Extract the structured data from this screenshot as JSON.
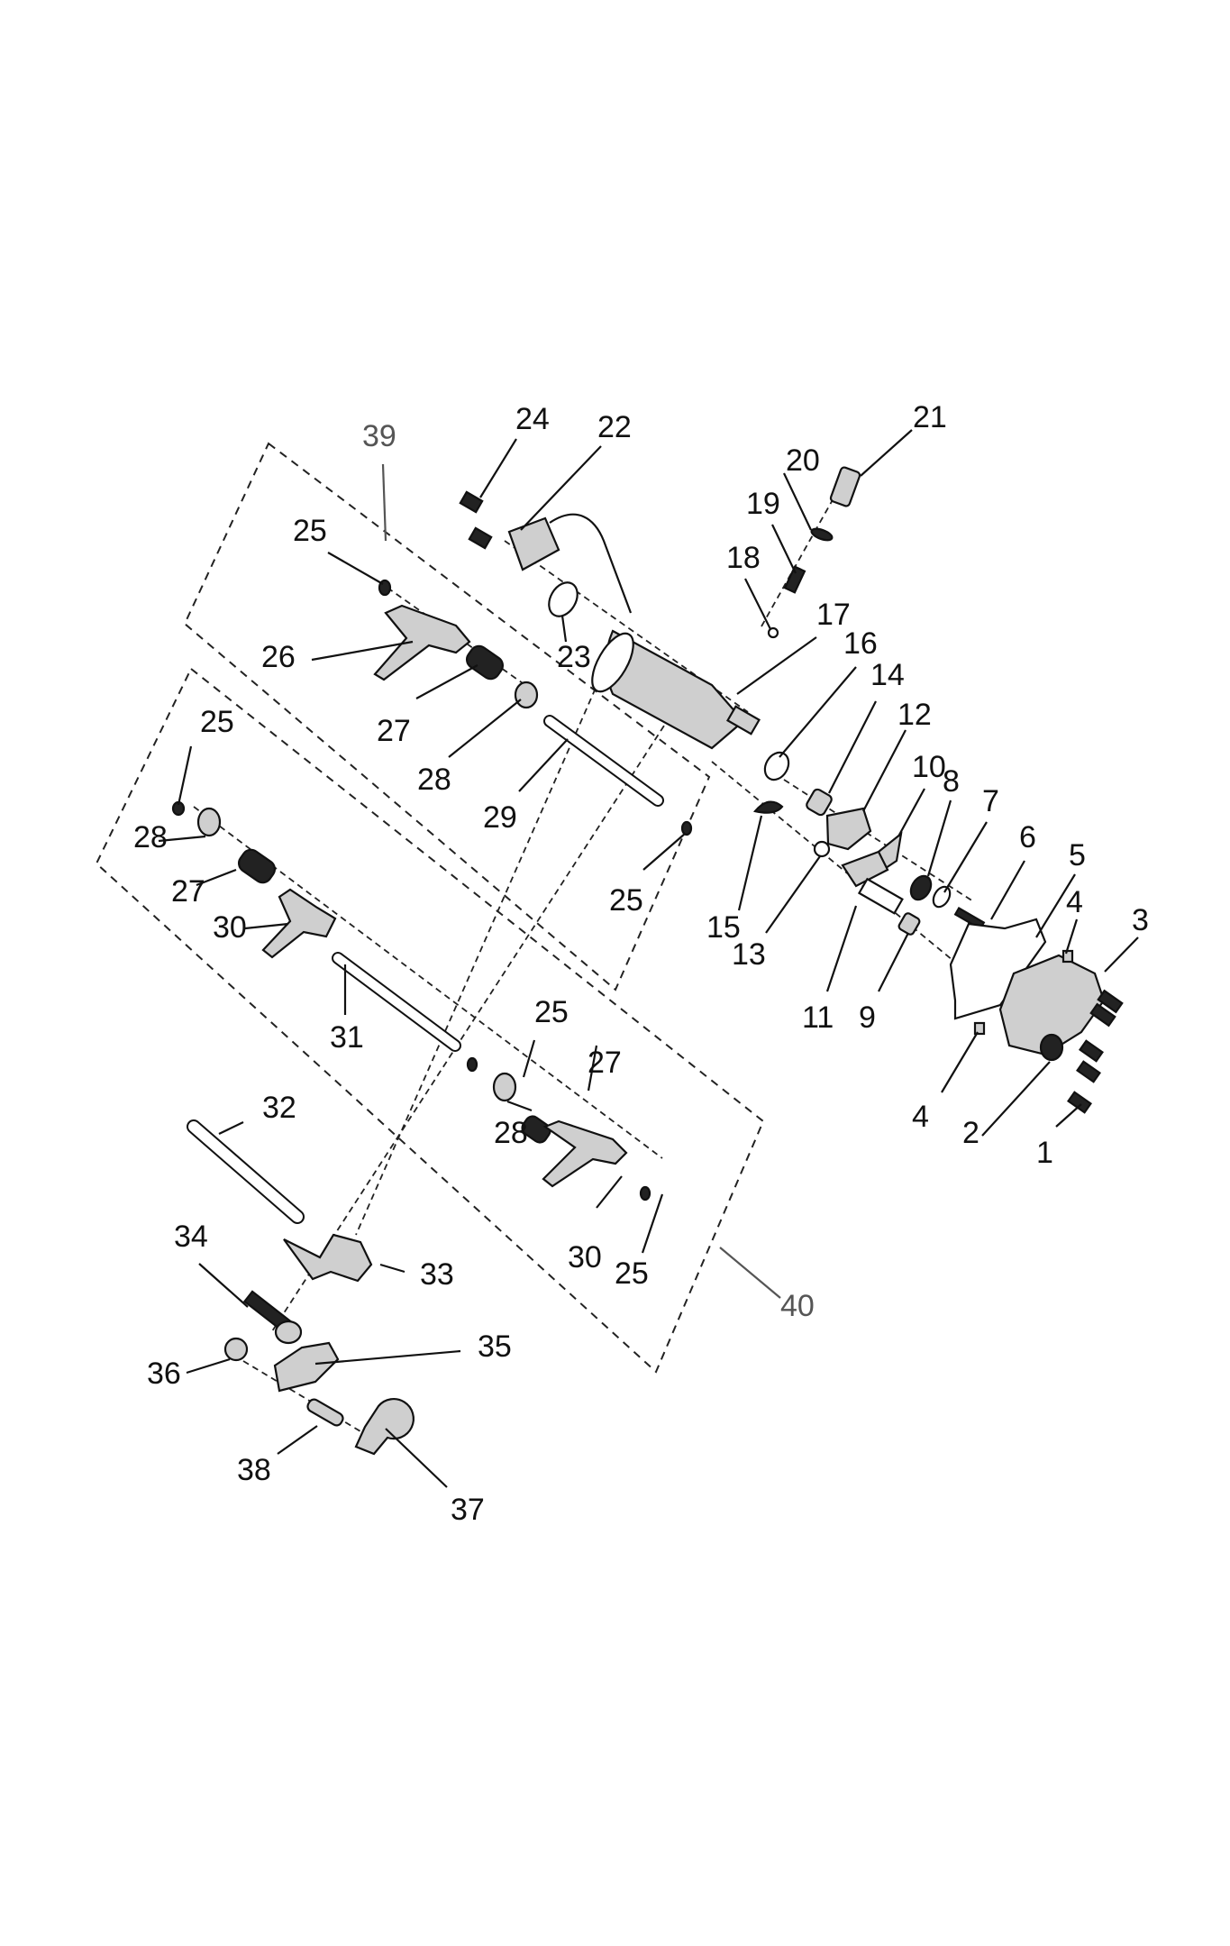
{
  "diagram": {
    "title": "Gear selector mechanism exploded view",
    "callouts": [
      {
        "id": "c1",
        "text": "1"
      },
      {
        "id": "c2",
        "text": "2"
      },
      {
        "id": "c3",
        "text": "3"
      },
      {
        "id": "c4a",
        "text": "4"
      },
      {
        "id": "c4b",
        "text": "4"
      },
      {
        "id": "c5",
        "text": "5"
      },
      {
        "id": "c6",
        "text": "6"
      },
      {
        "id": "c7",
        "text": "7"
      },
      {
        "id": "c8",
        "text": "8"
      },
      {
        "id": "c9",
        "text": "9"
      },
      {
        "id": "c10",
        "text": "10"
      },
      {
        "id": "c11",
        "text": "11"
      },
      {
        "id": "c12",
        "text": "12"
      },
      {
        "id": "c13",
        "text": "13"
      },
      {
        "id": "c14",
        "text": "14"
      },
      {
        "id": "c15",
        "text": "15"
      },
      {
        "id": "c16",
        "text": "16"
      },
      {
        "id": "c17",
        "text": "17"
      },
      {
        "id": "c18",
        "text": "18"
      },
      {
        "id": "c19",
        "text": "19"
      },
      {
        "id": "c20",
        "text": "20"
      },
      {
        "id": "c21",
        "text": "21"
      },
      {
        "id": "c22",
        "text": "22"
      },
      {
        "id": "c23",
        "text": "23"
      },
      {
        "id": "c24",
        "text": "24"
      },
      {
        "id": "c25a",
        "text": "25"
      },
      {
        "id": "c25b",
        "text": "25"
      },
      {
        "id": "c25c",
        "text": "25"
      },
      {
        "id": "c25d",
        "text": "25"
      },
      {
        "id": "c25e",
        "text": "25"
      },
      {
        "id": "c26",
        "text": "26"
      },
      {
        "id": "c27a",
        "text": "27"
      },
      {
        "id": "c27b",
        "text": "27"
      },
      {
        "id": "c27c",
        "text": "27"
      },
      {
        "id": "c28a",
        "text": "28"
      },
      {
        "id": "c28b",
        "text": "28"
      },
      {
        "id": "c28c",
        "text": "28"
      },
      {
        "id": "c29",
        "text": "29"
      },
      {
        "id": "c30a",
        "text": "30"
      },
      {
        "id": "c30b",
        "text": "30"
      },
      {
        "id": "c31",
        "text": "31"
      },
      {
        "id": "c32",
        "text": "32"
      },
      {
        "id": "c33",
        "text": "33"
      },
      {
        "id": "c34",
        "text": "34"
      },
      {
        "id": "c35",
        "text": "35"
      },
      {
        "id": "c36",
        "text": "36"
      },
      {
        "id": "c37",
        "text": "37"
      },
      {
        "id": "c38",
        "text": "38"
      },
      {
        "id": "c39",
        "text": "39"
      },
      {
        "id": "c40",
        "text": "40"
      }
    ],
    "assembly_groups": [
      {
        "label": "39",
        "contains": [
          "25",
          "26",
          "27",
          "28",
          "29",
          "25"
        ]
      },
      {
        "label": "40",
        "contains": [
          "25",
          "28",
          "27",
          "30",
          "31",
          "25",
          "28",
          "27",
          "30",
          "25"
        ]
      }
    ],
    "colors": {
      "line": "#111111",
      "group_label": "#555555",
      "part_fill": "#cfcfcf"
    }
  }
}
